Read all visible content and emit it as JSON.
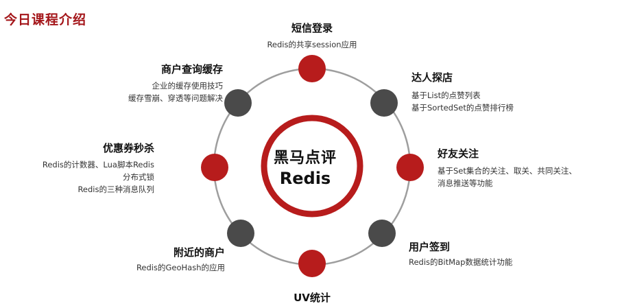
{
  "page_title": "今日课程介绍",
  "center": {
    "title": "黑马点评",
    "subtitle": "Redis"
  },
  "colors": {
    "accent": "#b71c1c",
    "dark_node": "#4a4a4a",
    "ring": "#9e9e9e",
    "title": "#a4161a"
  },
  "features": {
    "sms_login": {
      "title": "短信登录",
      "desc": [
        "Redis的共享session应用"
      ]
    },
    "expert": {
      "title": "达人探店",
      "desc": [
        "基于List的点赞列表",
        "基于SortedSet的点赞排行榜"
      ]
    },
    "friends": {
      "title": "好友关注",
      "desc": [
        "基于Set集合的关注、取关、共同关注、",
        "消息推送等功能"
      ]
    },
    "signin": {
      "title": "用户签到",
      "desc": [
        "Redis的BitMap数据统计功能"
      ]
    },
    "uv": {
      "title": "UV统计",
      "desc": []
    },
    "nearby": {
      "title": "附近的商户",
      "desc": [
        "Redis的GeoHash的应用"
      ]
    },
    "seckill": {
      "title": "优惠券秒杀",
      "desc": [
        "Redis的计数器、Lua脚本Redis",
        "分布式锁",
        "Redis的三种消息队列"
      ]
    },
    "cache": {
      "title": "商户查询缓存",
      "desc": [
        "企业的缓存使用技巧",
        "缓存雪崩、穿透等问题解决"
      ]
    }
  }
}
